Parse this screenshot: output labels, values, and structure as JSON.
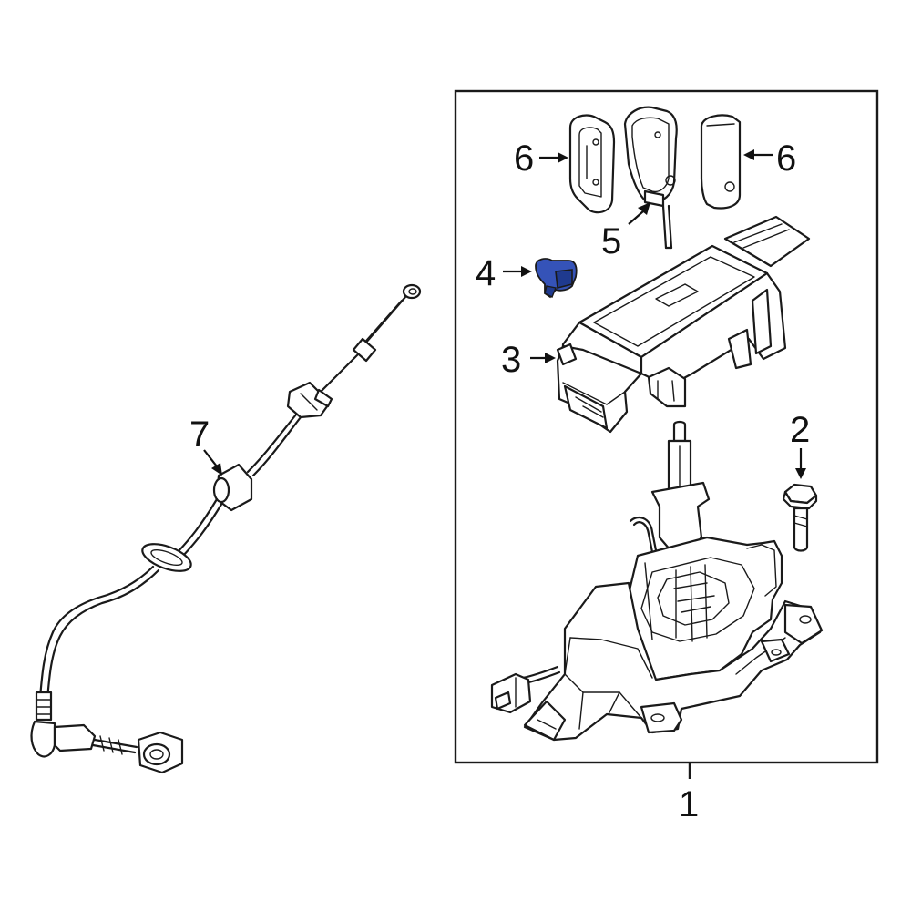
{
  "callouts": {
    "c1": "1",
    "c2": "2",
    "c3": "3",
    "c4": "4",
    "c5": "5",
    "c6a": "6",
    "c6b": "6",
    "c7": "7"
  },
  "colors": {
    "line": "#1a1a1a",
    "highlight": "#3553b8",
    "highlight_dark": "#1f3a8f",
    "background": "#ffffff"
  }
}
